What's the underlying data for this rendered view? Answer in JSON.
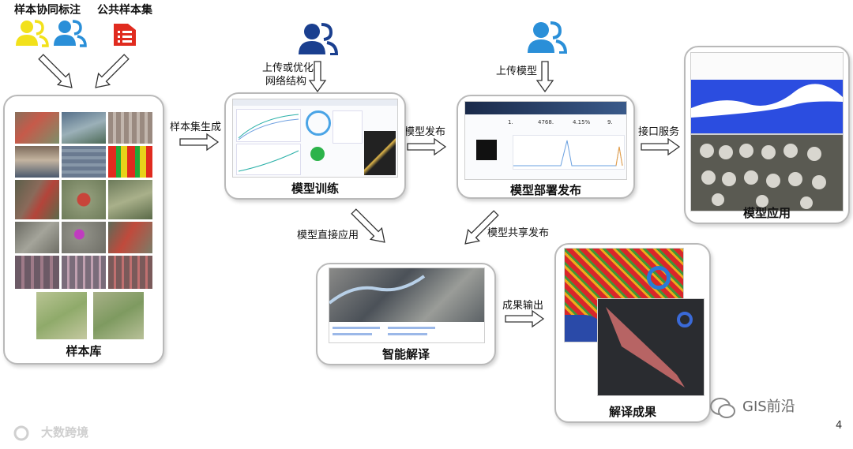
{
  "top_labels": {
    "collab_label": "样本协同标注",
    "public_label": "公共样本集",
    "upload_optimize": "上传或优化",
    "network_structure": "网络结构",
    "upload_model": "上传模型"
  },
  "nodes": {
    "sample_library": "样本库",
    "model_training": "模型训练",
    "model_deploy": "模型部署发布",
    "model_application": "模型应用",
    "smart_interpretation": "智能解译",
    "interpretation_result": "解译成果"
  },
  "edges": {
    "sample_gen": "样本集生成",
    "model_publish": "模型发布",
    "api_service": "接口服务",
    "direct_apply": "模型直接应用",
    "share_publish": "模型共享发布",
    "result_output": "成果输出"
  },
  "deploy_stats": [
    "1.",
    "4768.",
    "4.15%",
    "9."
  ],
  "watermark_left": "大数跨境",
  "watermark_right": "GIS前沿",
  "page_number": "4",
  "colors": {
    "user_yellow": "#f2e11b",
    "user_blue": "#2a8fd8",
    "user_navy": "#1a3f8f",
    "list_red": "#e02b1f",
    "border_gray": "#b9b9b9"
  },
  "icons": [
    "users-icon",
    "list-icon",
    "arrow-icon",
    "wechat-icon",
    "logo-icon"
  ]
}
